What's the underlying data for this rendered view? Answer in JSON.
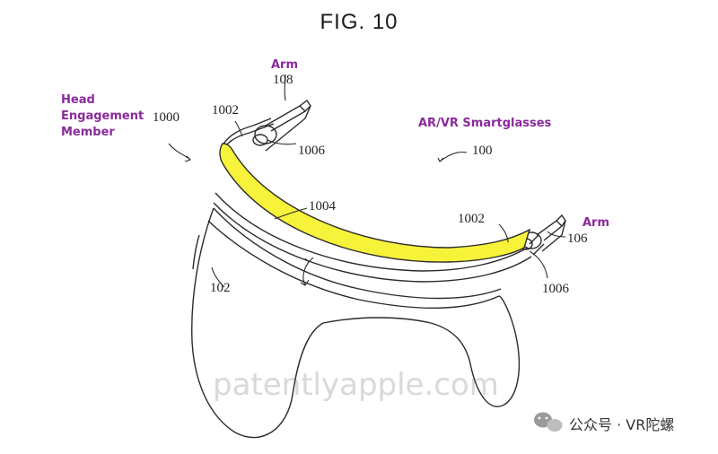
{
  "figure": {
    "title": "FIG. 10"
  },
  "labels": {
    "arm_top": "Arm",
    "arm_top_ref": "108",
    "head_engagement_line1": "Head",
    "head_engagement_line2": "Engagement",
    "head_engagement_line3": "Member",
    "head_engagement_ref": "1000",
    "ref_1002_left": "1002",
    "ref_1006_left": "1006",
    "ar_vr": "AR/VR Smartglasses",
    "ref_100": "100",
    "ref_1004": "1004",
    "ref_1002_right": "1002",
    "arm_right": "Arm",
    "arm_right_ref": "106",
    "ref_102": "102",
    "ref_1006_right": "1006"
  },
  "watermark": {
    "text": "patentlyapple.com"
  },
  "channel": {
    "text": "公众号 · VR陀螺",
    "icon": "wechat-icon"
  },
  "colors": {
    "highlight": "#f7f23a",
    "label_purple": "#8a2a9b"
  }
}
